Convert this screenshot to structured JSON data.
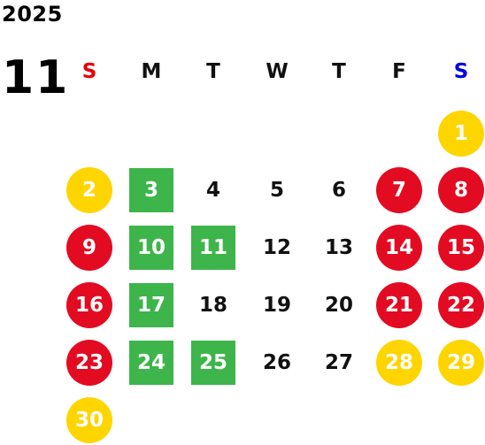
{
  "year": "2025",
  "month": "11",
  "weekdays": [
    {
      "label": "S",
      "type": "sun"
    },
    {
      "label": "M",
      "type": "normal"
    },
    {
      "label": "T",
      "type": "normal"
    },
    {
      "label": "W",
      "type": "normal"
    },
    {
      "label": "T",
      "type": "normal"
    },
    {
      "label": "F",
      "type": "normal"
    },
    {
      "label": "S",
      "type": "sat"
    }
  ],
  "colors": {
    "red": "#e30b22",
    "yellow": "#ffd500",
    "green": "#3db54a",
    "sunday_text": "#e8000b",
    "saturday_text": "#0000e0"
  },
  "weeks": [
    [
      null,
      null,
      null,
      null,
      null,
      null,
      {
        "d": "1",
        "s": "yellow"
      }
    ],
    [
      {
        "d": "2",
        "s": "yellow"
      },
      {
        "d": "3",
        "s": "green"
      },
      {
        "d": "4",
        "s": "plain"
      },
      {
        "d": "5",
        "s": "plain"
      },
      {
        "d": "6",
        "s": "plain"
      },
      {
        "d": "7",
        "s": "red"
      },
      {
        "d": "8",
        "s": "red"
      }
    ],
    [
      {
        "d": "9",
        "s": "red"
      },
      {
        "d": "10",
        "s": "green"
      },
      {
        "d": "11",
        "s": "green"
      },
      {
        "d": "12",
        "s": "plain"
      },
      {
        "d": "13",
        "s": "plain"
      },
      {
        "d": "14",
        "s": "red"
      },
      {
        "d": "15",
        "s": "red"
      }
    ],
    [
      {
        "d": "16",
        "s": "red"
      },
      {
        "d": "17",
        "s": "green"
      },
      {
        "d": "18",
        "s": "plain"
      },
      {
        "d": "19",
        "s": "plain"
      },
      {
        "d": "20",
        "s": "plain"
      },
      {
        "d": "21",
        "s": "red"
      },
      {
        "d": "22",
        "s": "red"
      }
    ],
    [
      {
        "d": "23",
        "s": "red"
      },
      {
        "d": "24",
        "s": "green"
      },
      {
        "d": "25",
        "s": "green"
      },
      {
        "d": "26",
        "s": "plain"
      },
      {
        "d": "27",
        "s": "plain"
      },
      {
        "d": "28",
        "s": "yellow"
      },
      {
        "d": "29",
        "s": "yellow"
      }
    ],
    [
      {
        "d": "30",
        "s": "yellow"
      },
      null,
      null,
      null,
      null,
      null,
      null
    ]
  ]
}
